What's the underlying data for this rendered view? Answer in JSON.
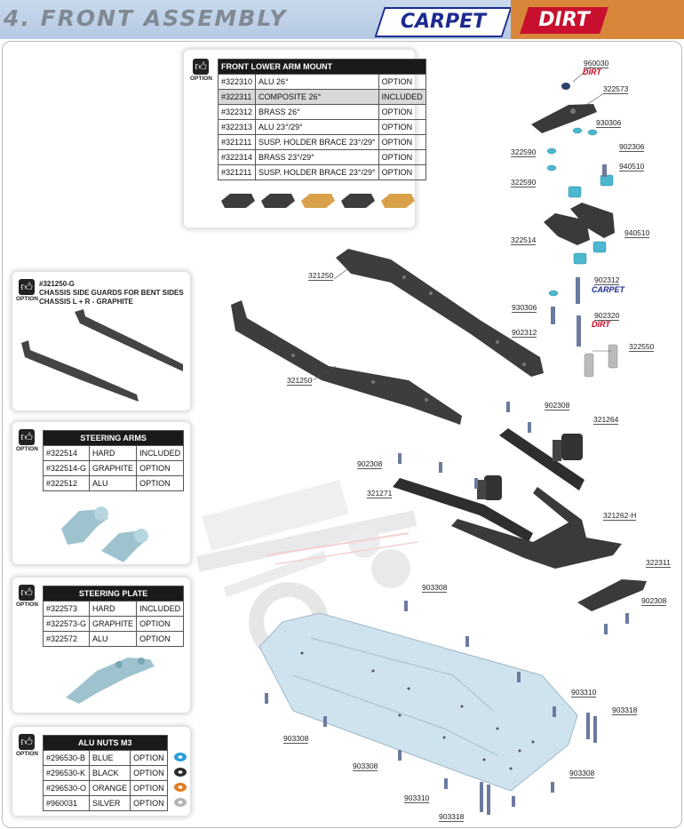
{
  "header": {
    "title": "4. FRONT ASSEMBLY",
    "carpet_label": "CARPET",
    "dirt_label": "DIRT"
  },
  "option_label": "OPTION",
  "front_lower_arm_mount": {
    "title": "FRONT LOWER ARM MOUNT",
    "rows": [
      {
        "part": "#322310",
        "desc": "ALU 26°",
        "status": "OPTION"
      },
      {
        "part": "#322311",
        "desc": "COMPOSITE 26°",
        "status": "INCLUDED"
      },
      {
        "part": "#322312",
        "desc": "BRASS 26°",
        "status": "OPTION"
      },
      {
        "part": "#322313",
        "desc": "ALU 23°/29°",
        "status": "OPTION"
      },
      {
        "part": "#321211",
        "desc": "SUSP. HOLDER BRACE 23°/29°",
        "status": "OPTION"
      },
      {
        "part": "#322314",
        "desc": "BRASS 23°/29°",
        "status": "OPTION"
      },
      {
        "part": "#321211",
        "desc": "SUSP. HOLDER BRACE 23°/29°",
        "status": "OPTION"
      }
    ]
  },
  "chassis_guards": {
    "part": "#321250-G",
    "line1": "CHASSIS SIDE GUARDS FOR BENT SIDES",
    "line2": "CHASSIS L + R - GRAPHITE"
  },
  "steering_arms": {
    "title": "STEERING ARMS",
    "rows": [
      {
        "part": "#322514",
        "desc": "HARD",
        "status": "INCLUDED"
      },
      {
        "part": "#322514-G",
        "desc": "GRAPHITE",
        "status": "OPTION"
      },
      {
        "part": "#322512",
        "desc": "ALU",
        "status": "OPTION"
      }
    ]
  },
  "steering_plate": {
    "title": "STEERING PLATE",
    "rows": [
      {
        "part": "#322573",
        "desc": "HARD",
        "status": "INCLUDED"
      },
      {
        "part": "#322573-G",
        "desc": "GRAPHITE",
        "status": "OPTION"
      },
      {
        "part": "#322572",
        "desc": "ALU",
        "status": "OPTION"
      }
    ]
  },
  "alu_nuts": {
    "title": "ALU NUTS M3",
    "rows": [
      {
        "part": "#296530-B",
        "desc": "BLUE",
        "status": "OPTION",
        "color": "#2a9fd6"
      },
      {
        "part": "#296530-K",
        "desc": "BLACK",
        "status": "OPTION",
        "color": "#2b2b2b"
      },
      {
        "part": "#296530-O",
        "desc": "ORANGE",
        "status": "OPTION",
        "color": "#e07b1f"
      },
      {
        "part": "#960031",
        "desc": "SILVER",
        "status": "OPTION",
        "color": "#b5b5b5"
      }
    ]
  },
  "part_labels": {
    "p960030": "960030",
    "p322573": "322573",
    "p930306a": "930306",
    "p322590a": "322590",
    "p902306": "902306",
    "p940510a": "940510",
    "p322590b": "322590",
    "p322514": "322514",
    "p940510b": "940510",
    "p902312a": "902312",
    "p930306b": "930306",
    "p902312b": "902312",
    "p902320": "902320",
    "p322550": "322550",
    "p321250a": "321250",
    "p321250b": "321250",
    "p902308a": "902308",
    "p321264": "321264",
    "p902308b": "902308",
    "p321271": "321271",
    "p321262": "321262-H",
    "p322311": "322311",
    "p902308c": "902308",
    "p903308a": "903308",
    "p903310a": "903310",
    "p903318a": "903318",
    "p903308b": "903308",
    "p903308c": "903308",
    "p903308d": "903308",
    "p903310b": "903310",
    "p903318b": "903318"
  },
  "tags": {
    "dirt1": "DIRT",
    "carpet": "CARPET",
    "dirt2": "DIRT"
  },
  "colors": {
    "carpet_blue": "#1d2b8f",
    "dirt_red": "#c8102e",
    "header_bg": "#b4c9e2",
    "part_teal": "#2ea6c4",
    "chassis_blue": "#cfe3ee"
  }
}
